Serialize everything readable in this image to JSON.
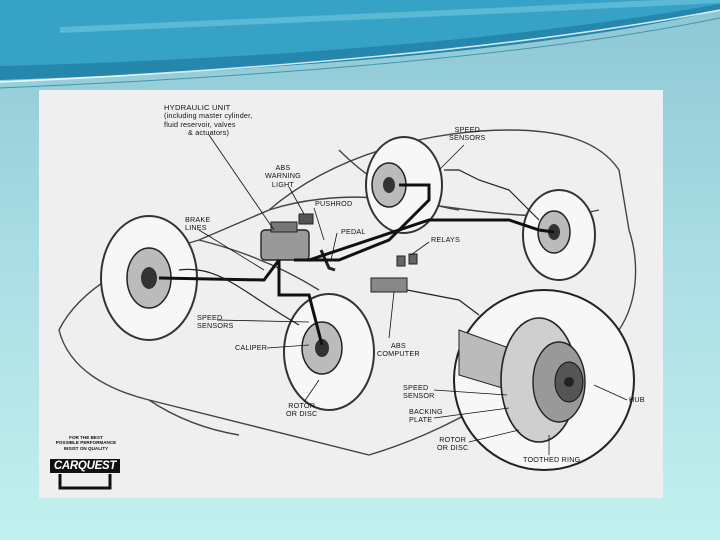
{
  "slide": {
    "diagram": {
      "labels": {
        "hydraulic_unit": "HYDRAULIC UNIT",
        "hydraulic_unit_detail_1": "(including master cylinder,",
        "hydraulic_unit_detail_2": "fluid reservoir, valves",
        "hydraulic_unit_detail_3": "& actuators)",
        "speed_sensors_top_1": "SPEED",
        "speed_sensors_top_2": "SENSORS",
        "abs_warning_light_1": "ABS",
        "abs_warning_light_2": "WARNING",
        "abs_warning_light_3": "LIGHT",
        "pushrod": "PUSHROD",
        "brake_lines_1": "BRAKE",
        "brake_lines_2": "LINES",
        "pedal": "PEDAL",
        "relays": "RELAYS",
        "speed_sensors_left_1": "SPEED",
        "speed_sensors_left_2": "SENSORS",
        "caliper": "CALIPER",
        "abs_computer_1": "ABS",
        "abs_computer_2": "COMPUTER",
        "rotor_or_disc_1": "ROTOR",
        "rotor_or_disc_2": "OR DISC",
        "speed_sensor_1": "SPEED",
        "speed_sensor_2": "SENSOR",
        "backing_plate_1": "BACKING",
        "backing_plate_2": "PLATE",
        "hub": "HUB",
        "rotor_or_disc_inset_1": "ROTOR",
        "rotor_or_disc_inset_2": "OR DISC",
        "toothed_ring": "TOOTHED RING"
      },
      "logo": {
        "tagline_1": "FOR THE BEST",
        "tagline_2": "POSSIBLE PERFORMANCE",
        "tagline_3": "INSIST ON QUALITY",
        "brand": "CARQUEST"
      }
    }
  },
  "colors": {
    "background_top": "#8cc7d4",
    "background_bottom": "#c2f0ee",
    "header_wave": "#1d8fb8",
    "diagram_paper": "#efefef"
  }
}
